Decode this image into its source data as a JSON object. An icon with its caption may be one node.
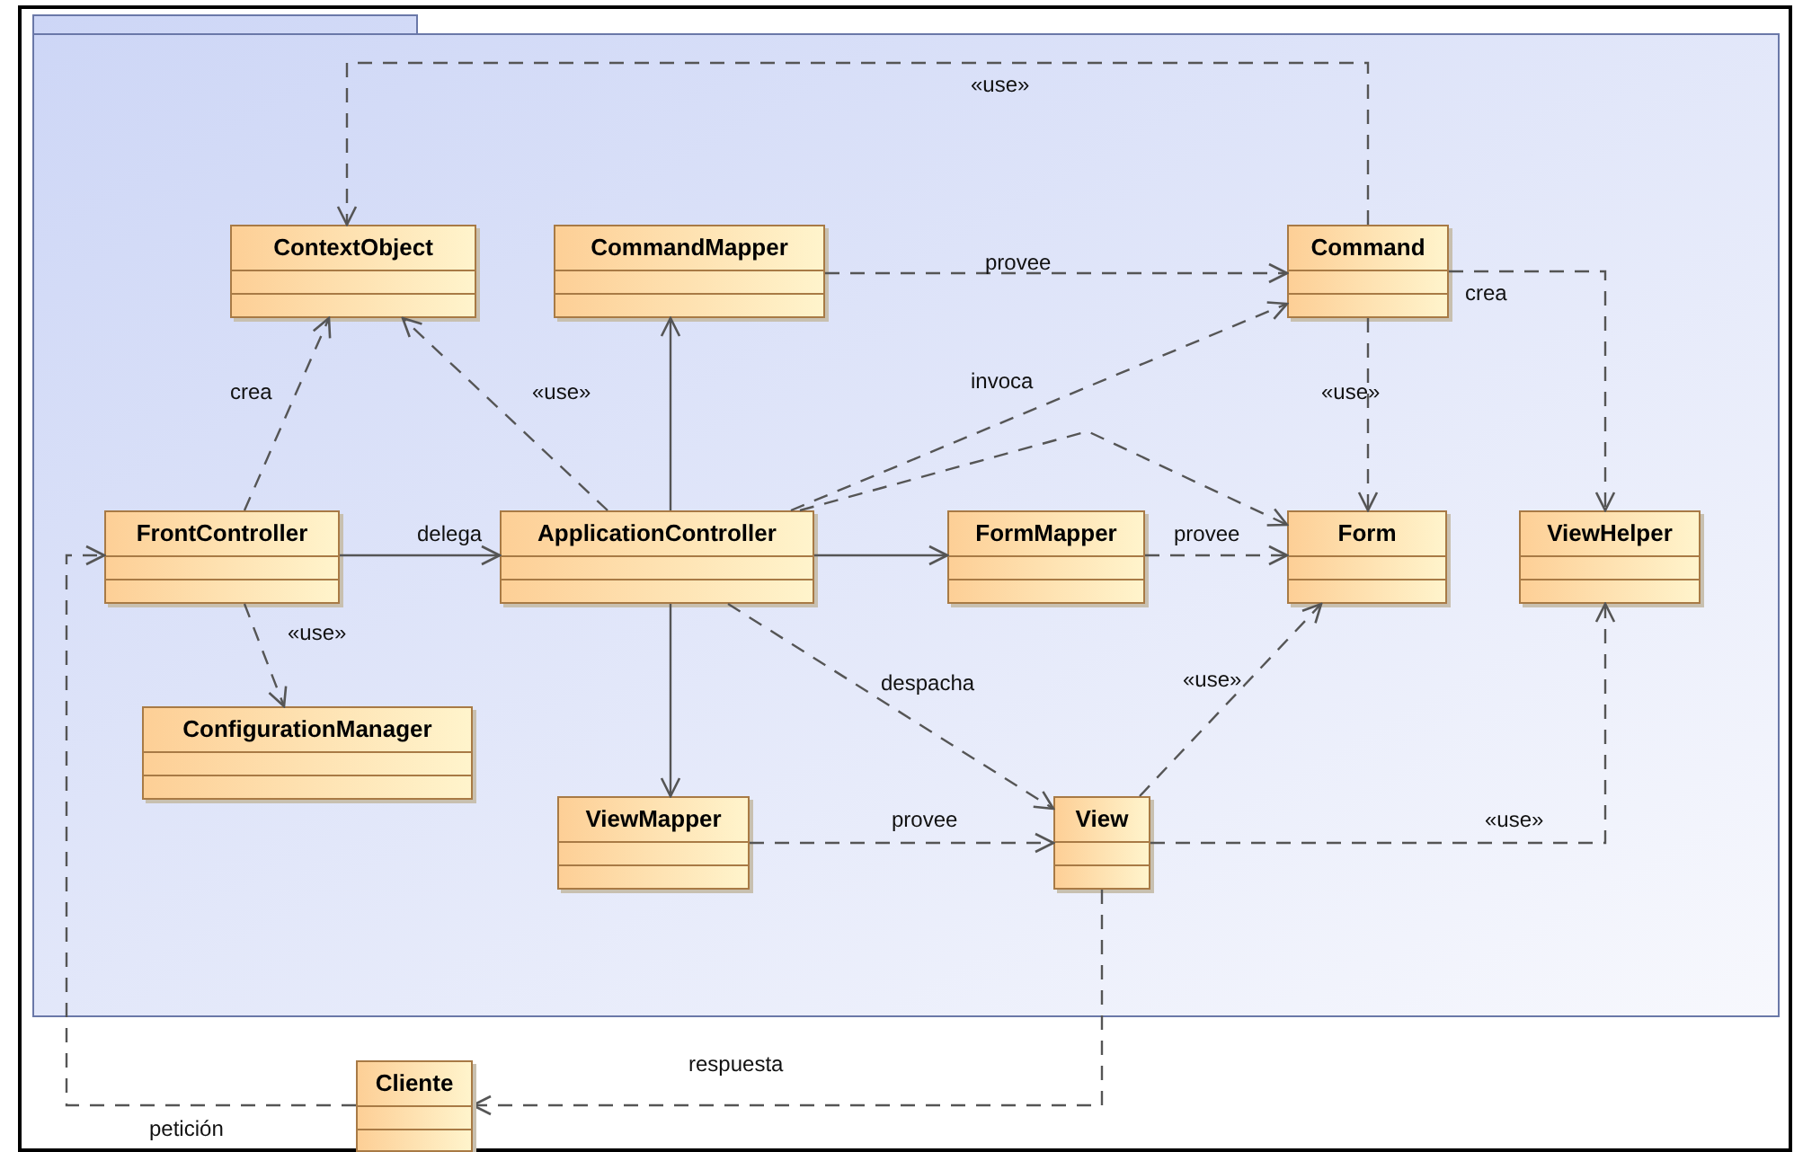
{
  "diagram": {
    "nodes": [
      {
        "text": [],
        "shape": "folder"
      },
      {
        "text": [
          "ContextObject"
        ],
        "in": 0
      },
      {
        "text": [
          "CommandMapper"
        ],
        "in": 0
      },
      {
        "text": [
          "Command"
        ],
        "in": 0
      },
      {
        "text": [
          "FrontController"
        ],
        "in": 0
      },
      {
        "text": [
          "ApplicationController"
        ],
        "in": 0
      },
      {
        "text": [
          "FormMapper"
        ],
        "in": 0
      },
      {
        "text": [
          "Form"
        ],
        "in": 0
      },
      {
        "text": [
          "ViewHelper"
        ],
        "in": 0
      },
      {
        "text": [
          "ConfigurationManager"
        ],
        "in": 0
      },
      {
        "text": [
          "ViewMapper"
        ],
        "in": 0
      },
      {
        "text": [
          "View"
        ],
        "in": 0
      },
      {
        "text": [
          "Cliente"
        ]
      }
    ],
    "edges": [
      {
        "from": 3,
        "to": 1,
        "arrow": "to",
        "label": "«use»",
        "style": "dashed"
      },
      {
        "from": 2,
        "to": 3,
        "arrow": "to",
        "label": "provee",
        "style": "dashed"
      },
      {
        "from": 3,
        "to": 8,
        "arrow": "to",
        "label": "crea",
        "style": "dashed"
      },
      {
        "from": 4,
        "to": 1,
        "arrow": "to",
        "label": "crea",
        "style": "dashed"
      },
      {
        "from": 5,
        "to": 1,
        "arrow": "to",
        "label": "«use»",
        "style": "dashed"
      },
      {
        "from": 5,
        "to": 2,
        "arrow": "to"
      },
      {
        "from": 5,
        "to": 3,
        "arrow": "to",
        "label": "invoca",
        "style": "dashed"
      },
      {
        "from": 5,
        "to": 7,
        "arrow": "to",
        "style": "dashed"
      },
      {
        "from": 3,
        "to": 7,
        "arrow": "to",
        "label": "«use»",
        "style": "dashed"
      },
      {
        "from": 4,
        "to": 5,
        "arrow": "to",
        "label": "delega"
      },
      {
        "from": 5,
        "to": 6,
        "arrow": "to"
      },
      {
        "from": 6,
        "to": 7,
        "arrow": "to",
        "label": "provee",
        "style": "dashed"
      },
      {
        "from": 4,
        "to": 9,
        "arrow": "to",
        "label": "«use»",
        "style": "dashed"
      },
      {
        "from": 5,
        "to": 10,
        "arrow": "to"
      },
      {
        "from": 5,
        "to": 11,
        "arrow": "to",
        "label": "despacha",
        "style": "dashed"
      },
      {
        "from": 11,
        "to": 7,
        "arrow": "to",
        "label": "«use»",
        "style": "dashed"
      },
      {
        "from": 10,
        "to": 11,
        "arrow": "to",
        "label": "provee",
        "style": "dashed"
      },
      {
        "from": 11,
        "to": 8,
        "arrow": "to",
        "label": "«use»",
        "style": "dashed"
      },
      {
        "from": 11,
        "to": 12,
        "arrow": "to",
        "label": "respuesta",
        "style": "dashed"
      },
      {
        "from": 12,
        "to": 4,
        "arrow": "to",
        "label": "petición",
        "style": "dashed"
      }
    ]
  }
}
